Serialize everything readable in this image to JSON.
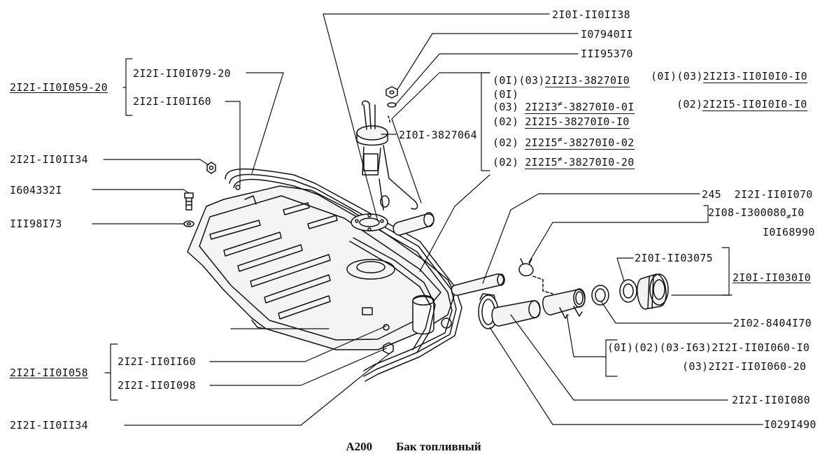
{
  "diagram": {
    "caption": {
      "code": "A200",
      "title": "Бак топливный"
    },
    "left_labels": {
      "assembly_top": "2I2I-II0I059-20",
      "sub_top_1": "2I2I-II0I079-20",
      "sub_top_2": "2I2I-II0II60",
      "nut_top": "2I2I-II0II34",
      "bolt": "I604332I",
      "washer": "III98I73",
      "assembly_bottom": "2I2I-II0I058",
      "sub_bottom_1": "2I2I-II0II60",
      "sub_bottom_2": "2I2I-II0I098",
      "nut_bottom": "2I2I-II0II34"
    },
    "top_labels": {
      "sender_ring": "2I0I-II0II38",
      "nut": "I07940II",
      "washer": "III95370",
      "sender_unit": "2I0I-3827064"
    },
    "sender_variants": [
      {
        "prefix": "(0I)(03)",
        "code": "2I2I3-38270I0"
      },
      {
        "prefix": "(0I)",
        "code": ""
      },
      {
        "prefix": "(03)",
        "code": "2I2I3",
        "sup": "≠",
        "code2": "-38270I0-0I"
      },
      {
        "prefix": "(02)",
        "code": "2I2I5-38270I0-I0"
      },
      {
        "prefix": "(02)",
        "code": "2I2I5",
        "sup": "≠",
        "code2": "-38270I0-02"
      },
      {
        "prefix": "(02)",
        "code": "2I2I5",
        "sup": "≠",
        "code2": "-38270I0-20"
      }
    ],
    "tank_variants": [
      {
        "prefix": "(0I)(03)",
        "code": "2I2I3-II0I0I0-I0"
      },
      {
        "prefix": "(02)",
        "code": "2I2I5-II0I0I0-I0"
      }
    ],
    "right_labels": {
      "hose_pair": "245  2I2I-II0I070",
      "clamp_a": "2I08-I300080",
      "clamp_a_sub": "≠",
      "clamp_a_suffix": "I0",
      "clamp_b": "I0I68990",
      "cap_gasket": "2I0I-II03075",
      "cap": "2I0I-II030I0",
      "grommet": "2I02-8404I70",
      "neck_variant_1": "(0I)(02)(03-I63)2I2I-II0I060-I0",
      "neck_variant_2": "(03)2I2I-II0I060-20",
      "hose": "2I2I-II0I080",
      "hose_clamp": "I029I490"
    }
  }
}
